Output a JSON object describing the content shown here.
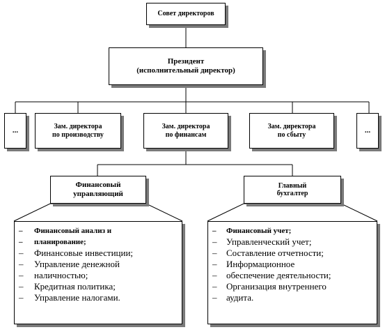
{
  "board": {
    "label": "Совет директоров"
  },
  "president": {
    "line1": "Президент",
    "line2": "(исполнительный  директор)"
  },
  "deputies": {
    "left_ellipsis": "...",
    "production": {
      "line1": "Зам. директора",
      "line2": "по производству"
    },
    "finance": {
      "line1": "Зам. директора",
      "line2": "по финансам"
    },
    "sales": {
      "line1": "Зам. директора",
      "line2": "по сбыту"
    },
    "right_ellipsis": "..."
  },
  "financial_manager": {
    "line1": "Финансовый",
    "line2": "управляющий",
    "duties": [
      "Финансовый анализ и",
      "планирование;",
      "Финансовые инвестиции;",
      "Управление денежной",
      "наличностью;",
      "Кредитная политика;",
      "Управление налогами."
    ]
  },
  "chief_accountant": {
    "line1": "Главный",
    "line2": "бухгалтер",
    "duties": [
      "Финансовый учет;",
      "Управленческий учет;",
      "Составление отчетности;",
      "Информационное",
      "обеспечение деятельности;",
      "Организация внутреннего",
      "аудита."
    ]
  }
}
